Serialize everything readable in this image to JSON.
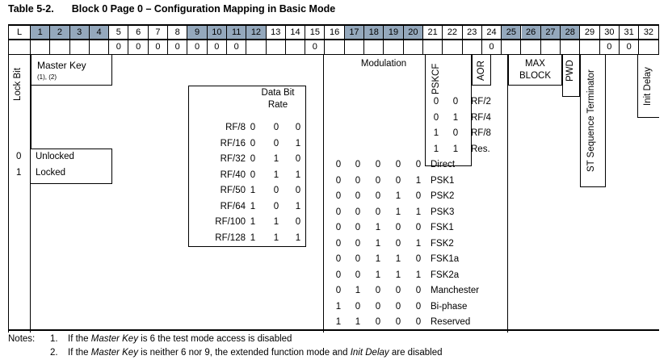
{
  "title": {
    "number": "Table 5-2.",
    "description": "Block 0 Page 0 – Configuration Mapping in Basic Mode"
  },
  "colors": {
    "shade": "#94a8bc",
    "border": "#000000",
    "background": "#ffffff"
  },
  "header": {
    "columns": [
      {
        "label": "L",
        "shaded": false
      },
      {
        "label": "1",
        "shaded": true
      },
      {
        "label": "2",
        "shaded": true
      },
      {
        "label": "3",
        "shaded": true
      },
      {
        "label": "4",
        "shaded": true
      },
      {
        "label": "5",
        "shaded": false
      },
      {
        "label": "6",
        "shaded": false
      },
      {
        "label": "7",
        "shaded": false
      },
      {
        "label": "8",
        "shaded": false
      },
      {
        "label": "9",
        "shaded": true
      },
      {
        "label": "10",
        "shaded": true
      },
      {
        "label": "11",
        "shaded": true
      },
      {
        "label": "12",
        "shaded": true
      },
      {
        "label": "13",
        "shaded": false
      },
      {
        "label": "14",
        "shaded": false
      },
      {
        "label": "15",
        "shaded": false
      },
      {
        "label": "16",
        "shaded": false
      },
      {
        "label": "17",
        "shaded": true
      },
      {
        "label": "18",
        "shaded": true
      },
      {
        "label": "19",
        "shaded": true
      },
      {
        "label": "20",
        "shaded": true
      },
      {
        "label": "21",
        "shaded": false
      },
      {
        "label": "22",
        "shaded": false
      },
      {
        "label": "23",
        "shaded": false
      },
      {
        "label": "24",
        "shaded": false
      },
      {
        "label": "25",
        "shaded": true
      },
      {
        "label": "26",
        "shaded": true
      },
      {
        "label": "27",
        "shaded": true
      },
      {
        "label": "28",
        "shaded": true
      },
      {
        "label": "29",
        "shaded": false
      },
      {
        "label": "30",
        "shaded": false
      },
      {
        "label": "31",
        "shaded": false
      },
      {
        "label": "32",
        "shaded": false
      }
    ]
  },
  "fixed_value_row": {
    "values": [
      "",
      "",
      "",
      "",
      "",
      "0",
      "0",
      "0",
      "0",
      "0",
      "0",
      "0",
      "",
      "",
      "",
      "0",
      "",
      "",
      "",
      "",
      "",
      "",
      "",
      "",
      "0",
      "",
      "",
      "",
      "",
      "",
      "0",
      "0",
      ""
    ]
  },
  "sections": {
    "lock_bit": {
      "label": "Lock Bit",
      "rows": [
        {
          "bit": "0",
          "meaning": "Unlocked"
        },
        {
          "bit": "1",
          "meaning": "Locked"
        }
      ]
    },
    "master_key": {
      "label": "Master Key",
      "footnote_refs": "(1), (2)"
    },
    "data_bit_rate": {
      "label_line1": "Data Bit",
      "label_line2": "Rate",
      "rows": [
        {
          "name": "RF/8",
          "bits": [
            "0",
            "0",
            "0"
          ]
        },
        {
          "name": "RF/16",
          "bits": [
            "0",
            "0",
            "1"
          ]
        },
        {
          "name": "RF/32",
          "bits": [
            "0",
            "1",
            "0"
          ]
        },
        {
          "name": "RF/40",
          "bits": [
            "0",
            "1",
            "1"
          ]
        },
        {
          "name": "RF/50",
          "bits": [
            "1",
            "0",
            "0"
          ]
        },
        {
          "name": "RF/64",
          "bits": [
            "1",
            "0",
            "1"
          ]
        },
        {
          "name": "RF/100",
          "bits": [
            "1",
            "1",
            "0"
          ]
        },
        {
          "name": "RF/128",
          "bits": [
            "1",
            "1",
            "1"
          ]
        }
      ]
    },
    "modulation": {
      "label": "Modulation",
      "rows": [
        {
          "bits": [
            "0",
            "0",
            "0",
            "0",
            "0"
          ],
          "name": "Direct"
        },
        {
          "bits": [
            "0",
            "0",
            "0",
            "0",
            "1"
          ],
          "name": "PSK1"
        },
        {
          "bits": [
            "0",
            "0",
            "0",
            "1",
            "0"
          ],
          "name": "PSK2"
        },
        {
          "bits": [
            "0",
            "0",
            "0",
            "1",
            "1"
          ],
          "name": "PSK3"
        },
        {
          "bits": [
            "0",
            "0",
            "1",
            "0",
            "0"
          ],
          "name": "FSK1"
        },
        {
          "bits": [
            "0",
            "0",
            "1",
            "0",
            "1"
          ],
          "name": "FSK2"
        },
        {
          "bits": [
            "0",
            "0",
            "1",
            "1",
            "0"
          ],
          "name": "FSK1a"
        },
        {
          "bits": [
            "0",
            "0",
            "1",
            "1",
            "1"
          ],
          "name": "FSK2a"
        },
        {
          "bits": [
            "0",
            "1",
            "0",
            "0",
            "0"
          ],
          "name": "Manchester"
        },
        {
          "bits": [
            "1",
            "0",
            "0",
            "0",
            "0"
          ],
          "name": "Bi-phase"
        },
        {
          "bits": [
            "1",
            "1",
            "0",
            "0",
            "0"
          ],
          "name": "Reserved"
        }
      ]
    },
    "pskcf": {
      "label": "PSKCF",
      "rows": [
        {
          "bits": [
            "0",
            "0"
          ],
          "name": "RF/2"
        },
        {
          "bits": [
            "0",
            "1"
          ],
          "name": "RF/4"
        },
        {
          "bits": [
            "1",
            "0"
          ],
          "name": "RF/8"
        },
        {
          "bits": [
            "1",
            "1"
          ],
          "name": "Res."
        }
      ]
    },
    "aor": {
      "label": "AOR"
    },
    "max_block": {
      "label_line1": "MAX",
      "label_line2": "BLOCK"
    },
    "pwd": {
      "label": "PWD"
    },
    "st_sequence_terminator": {
      "label": "ST Sequence Terminator"
    },
    "init_delay": {
      "label": "Init Delay"
    }
  },
  "notes": {
    "label": "Notes:",
    "items": [
      {
        "number": "1.",
        "pre": "If the ",
        "em1": "Master Key",
        "mid": " is 6 the test mode access is disabled",
        "em2": "",
        "post": ""
      },
      {
        "number": "2.",
        "pre": "If the ",
        "em1": "Master Key",
        "mid": " is neither 6 nor 9, the extended function mode and ",
        "em2": "Init Delay",
        "post": " are disabled"
      }
    ]
  }
}
